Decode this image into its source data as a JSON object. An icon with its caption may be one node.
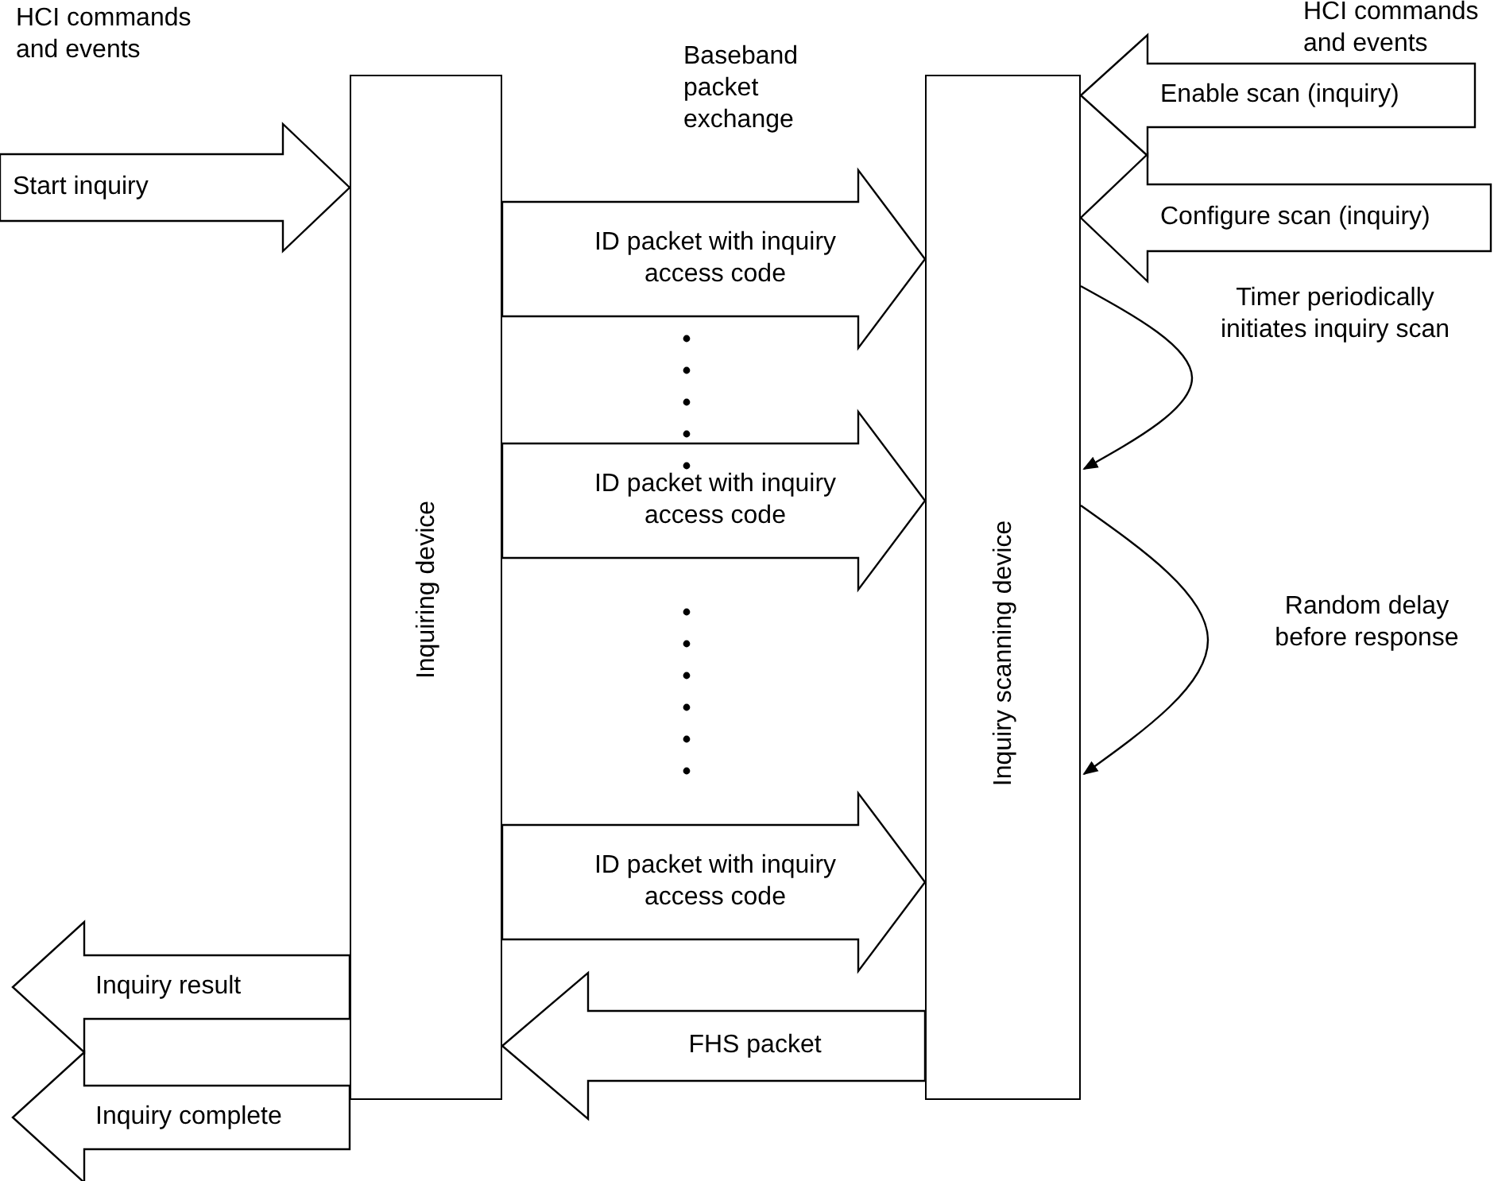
{
  "diagram": {
    "nodes": [
      {
        "text": [
          "Inquiring device"
        ]
      },
      {
        "text": [
          "Inquiry scanning device"
        ]
      }
    ],
    "edges": [
      {
        "from": null,
        "to": 0,
        "arrow": "to",
        "label": "Start inquiry"
      },
      {
        "from": null,
        "to": 1,
        "arrow": "to",
        "label": "Enable scan (inquiry)"
      },
      {
        "from": null,
        "to": 1,
        "arrow": "to",
        "label": "Configure scan (inquiry)"
      },
      {
        "from": 0,
        "to": 1,
        "arrow": "to",
        "label": "ID packet with inquiry access code"
      },
      {
        "from": 0,
        "to": 1,
        "arrow": "to",
        "label": "ID packet with inquiry access code"
      },
      {
        "from": 0,
        "to": 1,
        "arrow": "to",
        "label": "ID packet with inquiry access code"
      },
      {
        "from": 1,
        "to": 0,
        "arrow": "to",
        "label": "FHS packet"
      },
      {
        "from": 0,
        "to": null,
        "arrow": "to",
        "label": "Inquiry result"
      },
      {
        "from": 0,
        "to": null,
        "arrow": "to",
        "label": "Inquiry complete"
      },
      {
        "from": 1,
        "to": 1,
        "arrow": "to",
        "label": "Timer periodically initiates inquiry scan"
      },
      {
        "from": 1,
        "to": 1,
        "arrow": "to",
        "label": "Random delay before response"
      }
    ],
    "labels": [
      "HCI commands and events",
      "Baseband packet exchange",
      "HCI commands and events"
    ]
  }
}
